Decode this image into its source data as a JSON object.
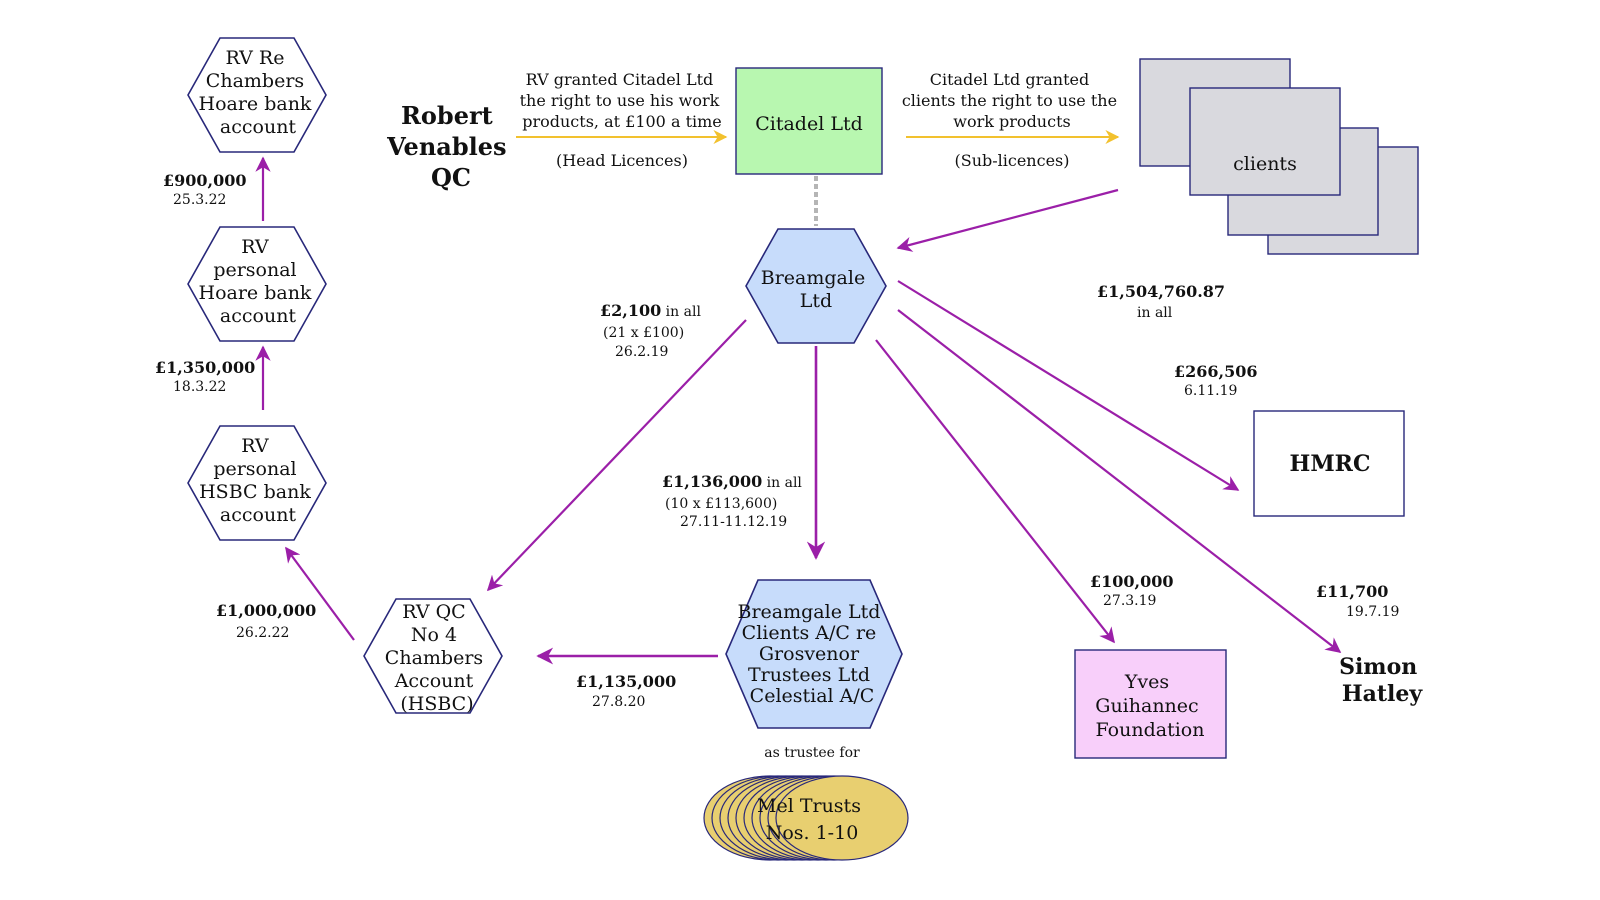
{
  "nodes": {
    "robert": [
      "Robert",
      "Venables",
      "QC"
    ],
    "citadel": "Citadel Ltd",
    "clients": "clients",
    "breamgale": [
      "Breamgale",
      "Ltd"
    ],
    "rv_re_hoare": [
      "RV Re",
      "Chambers",
      "Hoare bank",
      "account"
    ],
    "rv_personal_hoare": [
      "RV",
      "personal",
      "Hoare bank",
      "account"
    ],
    "rv_personal_hsbc": [
      "RV",
      "personal",
      "HSBC bank",
      "account"
    ],
    "rv_no4": [
      "RV QC",
      "No 4",
      "Chambers",
      "Account",
      "(HSBC)"
    ],
    "breamgale_clients": [
      "Breamgale Ltd",
      "Clients A/C re",
      "Grosvenor",
      "Trustees Ltd",
      "Celestial A/C"
    ],
    "hmrc": "HMRC",
    "yves": [
      "Yves",
      "Guihannec",
      "Foundation"
    ],
    "simon": [
      "Simon",
      "Hatley"
    ],
    "mel": [
      "Mel Trusts",
      "Nos. 1-10"
    ],
    "as_trustee": "as trustee for"
  },
  "labels": {
    "head_licence": [
      "RV granted Citadel Ltd",
      "the right to use his work",
      "products, at £100 a time"
    ],
    "head_licence_note": "(Head Licences)",
    "sub_licence": [
      "Citadel Ltd granted",
      "clients the right to use the",
      "work products"
    ],
    "sub_licence_note": "(Sub-licences)",
    "flow_900k": {
      "amount": "£900,000",
      "date": "25.3.22"
    },
    "flow_1350k": {
      "amount": "£1,350,000",
      "date": "18.3.22"
    },
    "flow_1000k": {
      "amount": "£1,000,000",
      "date": "26.2.22"
    },
    "flow_2100": {
      "amount": "£2,100",
      "suffix": " in all",
      "detail": "(21 x £100)",
      "date": "26.2.19"
    },
    "flow_1136k": {
      "amount": "£1,136,000",
      "suffix": " in all",
      "detail": "(10 x £113,600)",
      "date": "27.11-11.12.19"
    },
    "flow_1135k": {
      "amount": "£1,135,000",
      "date": "27.8.20"
    },
    "flow_total": {
      "amount": "£1,504,760.87",
      "suffix": "in all"
    },
    "flow_hmrc": {
      "amount": "£266,506",
      "date": "6.11.19"
    },
    "flow_yves": {
      "amount": "£100,000",
      "date": "27.3.19"
    },
    "flow_simon": {
      "amount": "£11,700",
      "date": "19.7.19"
    }
  },
  "colors": {
    "purple_arrow": "#9b1fa8",
    "yellow_arrow": "#f2c12e",
    "hex_blue": "#c7dcfb",
    "citadel_green": "#b8f7b0",
    "clients_grey": "#d9d9de",
    "yves_pink": "#f8cffa",
    "mel_gold": "#e8cf70",
    "navy": "#28287a"
  }
}
